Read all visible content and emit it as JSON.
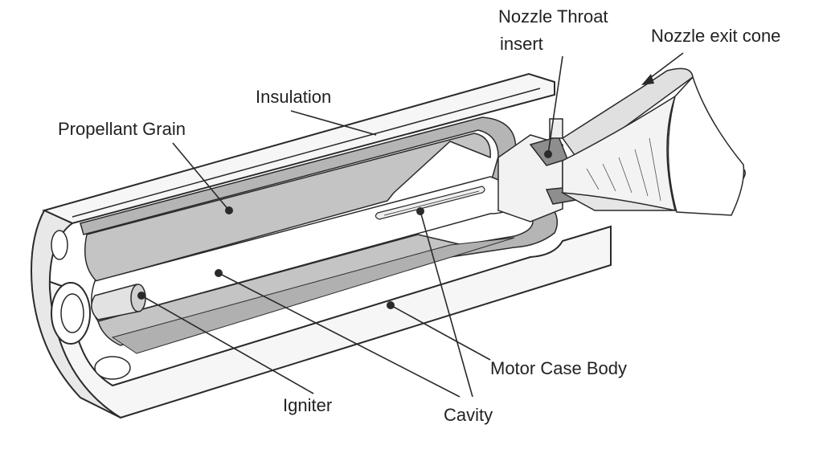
{
  "labels": {
    "nozzle_throat_line1": "Nozzle Throat",
    "nozzle_throat_line2": "insert",
    "nozzle_exit_cone": "Nozzle exit cone",
    "insulation": "Insulation",
    "propellant_grain": "Propellant Grain",
    "motor_case_body": "Motor Case Body",
    "igniter": "Igniter",
    "cavity": "Cavity"
  },
  "colors": {
    "line": "#2a2a2a",
    "grain": "#c4c4c4",
    "grain_dark": "#9e9e9e",
    "case": "#f6f6f6",
    "case_shade": "#dcdcdc",
    "text": "#222222"
  }
}
